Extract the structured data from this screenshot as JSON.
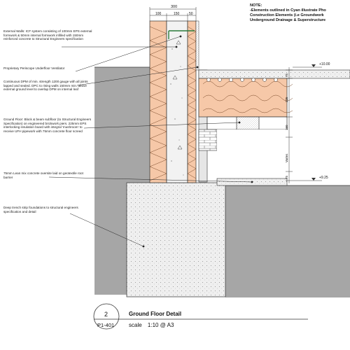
{
  "note": {
    "heading": "NOTE:",
    "line1": "-Elements outlined in Cyan illustrate Pho",
    "line2": "Construction Elements (i.e Groundwork",
    "line3": "Underground Drainage & Superstructure"
  },
  "dimensions": {
    "overall": "300",
    "part1": "100",
    "part2": "150",
    "part3": "50",
    "v225": "225",
    "v150": "150",
    "varies": "Varies",
    "v75": "75"
  },
  "levels": {
    "ffl": "+10.00",
    "ground": "+9.25"
  },
  "annotations": [
    "External Walls: ICF system consisting of 100mm EPS external formwork & 50mm internal formwork infilled with 150mm reinforced concrete to Structural Engineers specification",
    "Proprietary Periscope Underfloor Ventilator",
    "Continuous DPM of min. strength 1200 gauge with all joints lapped and sealed. DPC to rising walls 150mm min. above external ground level to overlap DPM on internal leaf",
    "Ground Floor: Block & beam subfloor (to Structural Engineers Specification) on engineered brickwork piers. 225mm EPS interlocking insulation board with integral 'mushroom' to receive UFH pipework with 75mm concrete floor screed",
    "75mm Lean mix concrete oversite laid on geotextile root barrier",
    "Deep trench strip foundations to structural engineers specification and detail"
  ],
  "title_block": {
    "number": "2",
    "sheet": "P1-401",
    "title": "Ground Floor Detail",
    "scale_label": "scale",
    "scale_value": "1:10 @ A3"
  },
  "colors": {
    "insulation": "#f6c8a8",
    "ground": "#a8a8a8",
    "concrete": "#ededed",
    "ventilator": "#2a7a3a"
  }
}
